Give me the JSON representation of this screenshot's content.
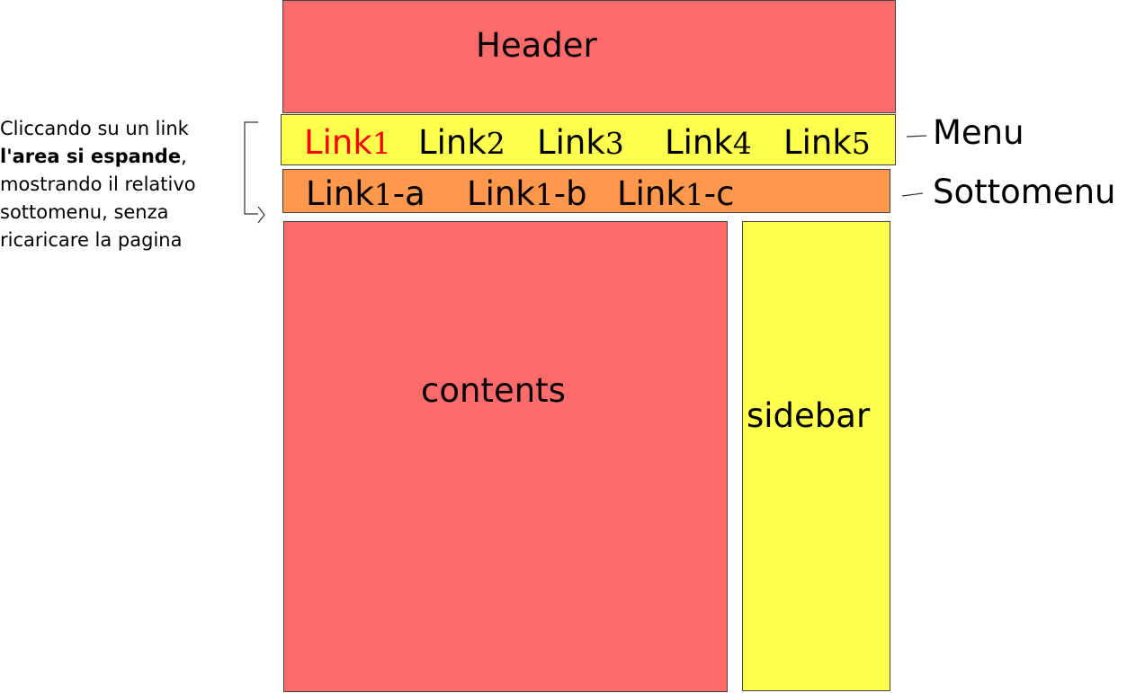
{
  "header": {
    "label": "Header"
  },
  "menu": {
    "label": "Menu",
    "links": [
      {
        "text": "Link",
        "num": "1",
        "active": true
      },
      {
        "text": "Link",
        "num": "2",
        "active": false
      },
      {
        "text": "Link",
        "num": "3",
        "active": false
      },
      {
        "text": "Link",
        "num": "4",
        "active": false
      },
      {
        "text": "Link",
        "num": "5",
        "active": false
      }
    ]
  },
  "submenu": {
    "label": "Sottomenu",
    "links": [
      {
        "text": "Link",
        "num": "1",
        "suffix": "-a"
      },
      {
        "text": "Link",
        "num": "1",
        "suffix": "-b"
      },
      {
        "text": "Link",
        "num": "1",
        "suffix": "-c"
      }
    ]
  },
  "contents": {
    "label": "contents"
  },
  "sidebar": {
    "label": "sidebar"
  },
  "note": {
    "line1": "Cliccando su un link",
    "bold": "l'area si espande",
    "after_bold": ",",
    "line3": "mostrando il relativo",
    "line4": "sottomenu, senza",
    "line5": "ricaricare la pagina"
  },
  "colors": {
    "header": "#ff6b6b",
    "menu": "#ffff4d",
    "submenu": "#ff974d",
    "contents": "#ff6b6b",
    "sidebar": "#ffff4d",
    "active_link": "#ff0000"
  }
}
